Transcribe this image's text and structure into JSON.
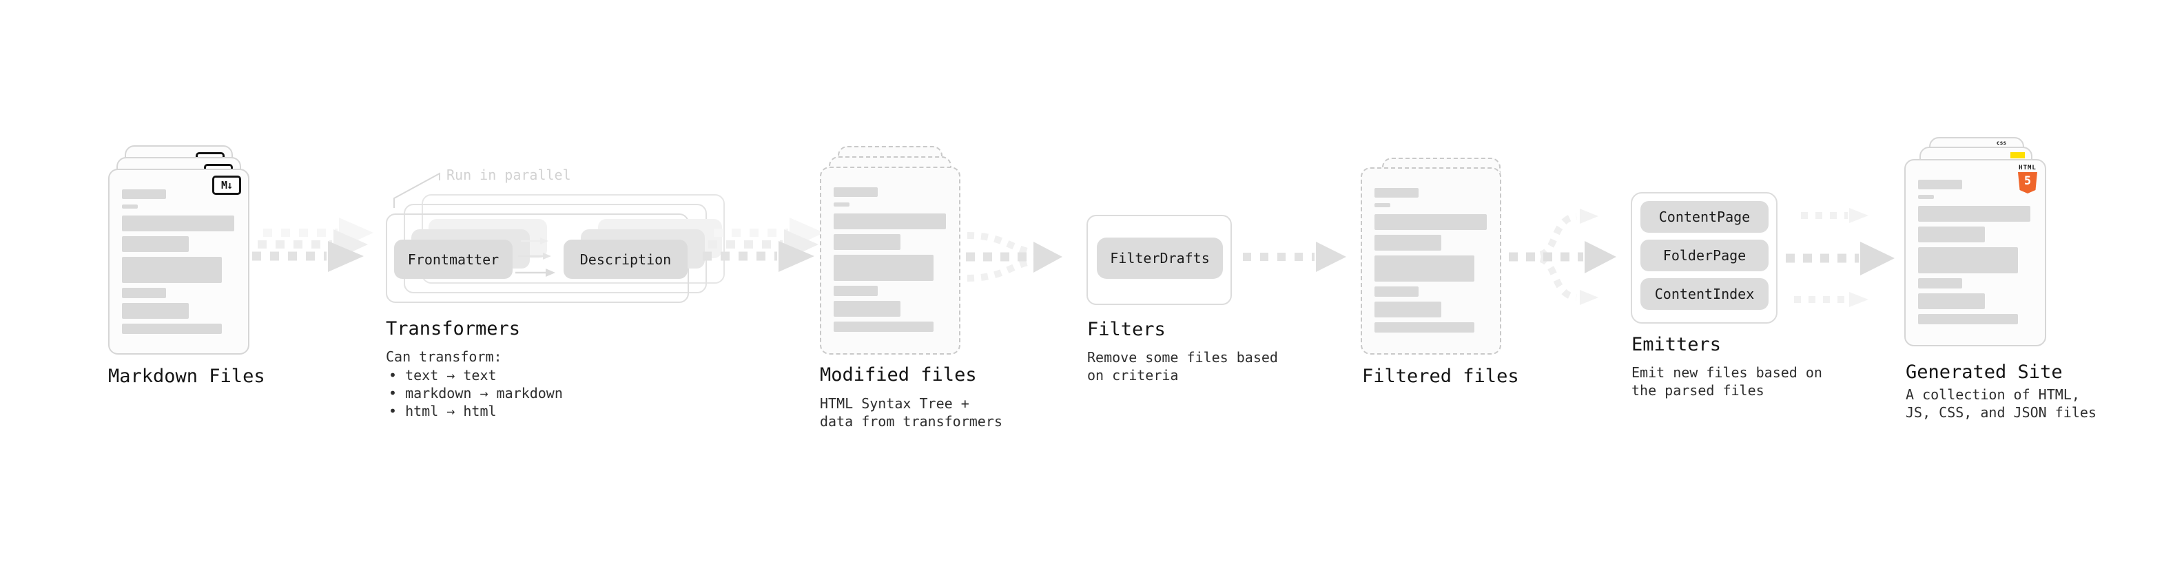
{
  "stages": {
    "markdown_files": {
      "label": "Markdown Files",
      "file_badge": "M↓"
    },
    "transformers": {
      "label": "Transformers",
      "annotation": "Run in parallel",
      "pill_frontmatter": "Frontmatter",
      "pill_description": "Description",
      "subtitle": "Can transform:",
      "bullet_1": "• text → text",
      "bullet_2": "• markdown → markdown",
      "bullet_3": "• html → html"
    },
    "modified_files": {
      "label": "Modified files",
      "subtitle": "HTML Syntax Tree +\ndata from transformers"
    },
    "filters": {
      "label": "Filters",
      "pill_filterdrafts": "FilterDrafts",
      "subtitle": "Remove some files based\non criteria"
    },
    "filtered_files": {
      "label": "Filtered files"
    },
    "emitters": {
      "label": "Emitters",
      "pill_contentpage": "ContentPage",
      "pill_folderpage": "FolderPage",
      "pill_contentindex": "ContentIndex",
      "subtitle": "Emit new files based on\nthe parsed files"
    },
    "generated_site": {
      "label": "Generated Site",
      "subtitle": "A collection of HTML,\nJS, CSS, and JSON files",
      "html5_badge_text": "HTML",
      "html5_badge_number": "5",
      "css_badge_text": "css"
    }
  },
  "colors": {
    "html5_orange": "#ef652a",
    "js_yellow": "#ffdf00",
    "css_blue": "#2b65f0",
    "markdown_badge_black": "#141414",
    "arrow_dark": "#e2e2e2",
    "arrow_light": "#f0f0f0"
  }
}
